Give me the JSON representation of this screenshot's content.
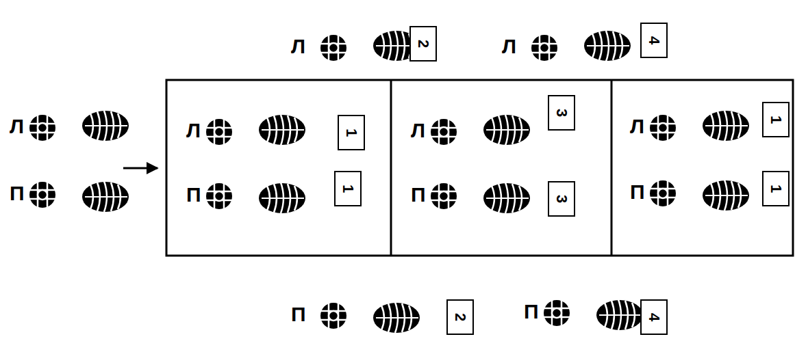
{
  "diagram": {
    "nodes": [
      {
        "text": [
          "2"
        ]
      },
      {
        "text": [
          "4"
        ]
      },
      {
        "text": [
          "1"
        ]
      },
      {
        "text": [
          "3"
        ]
      },
      {
        "text": [
          "1"
        ]
      },
      {
        "text": [
          "1"
        ]
      },
      {
        "text": [
          "3"
        ]
      },
      {
        "text": [
          "1"
        ]
      },
      {
        "text": [
          "2"
        ]
      },
      {
        "text": [
          "4"
        ]
      }
    ],
    "labels": [
      "Л",
      "Л",
      "Л",
      "Л",
      "Л",
      "Л",
      "П",
      "П",
      "П",
      "П",
      "П",
      "П"
    ]
  }
}
